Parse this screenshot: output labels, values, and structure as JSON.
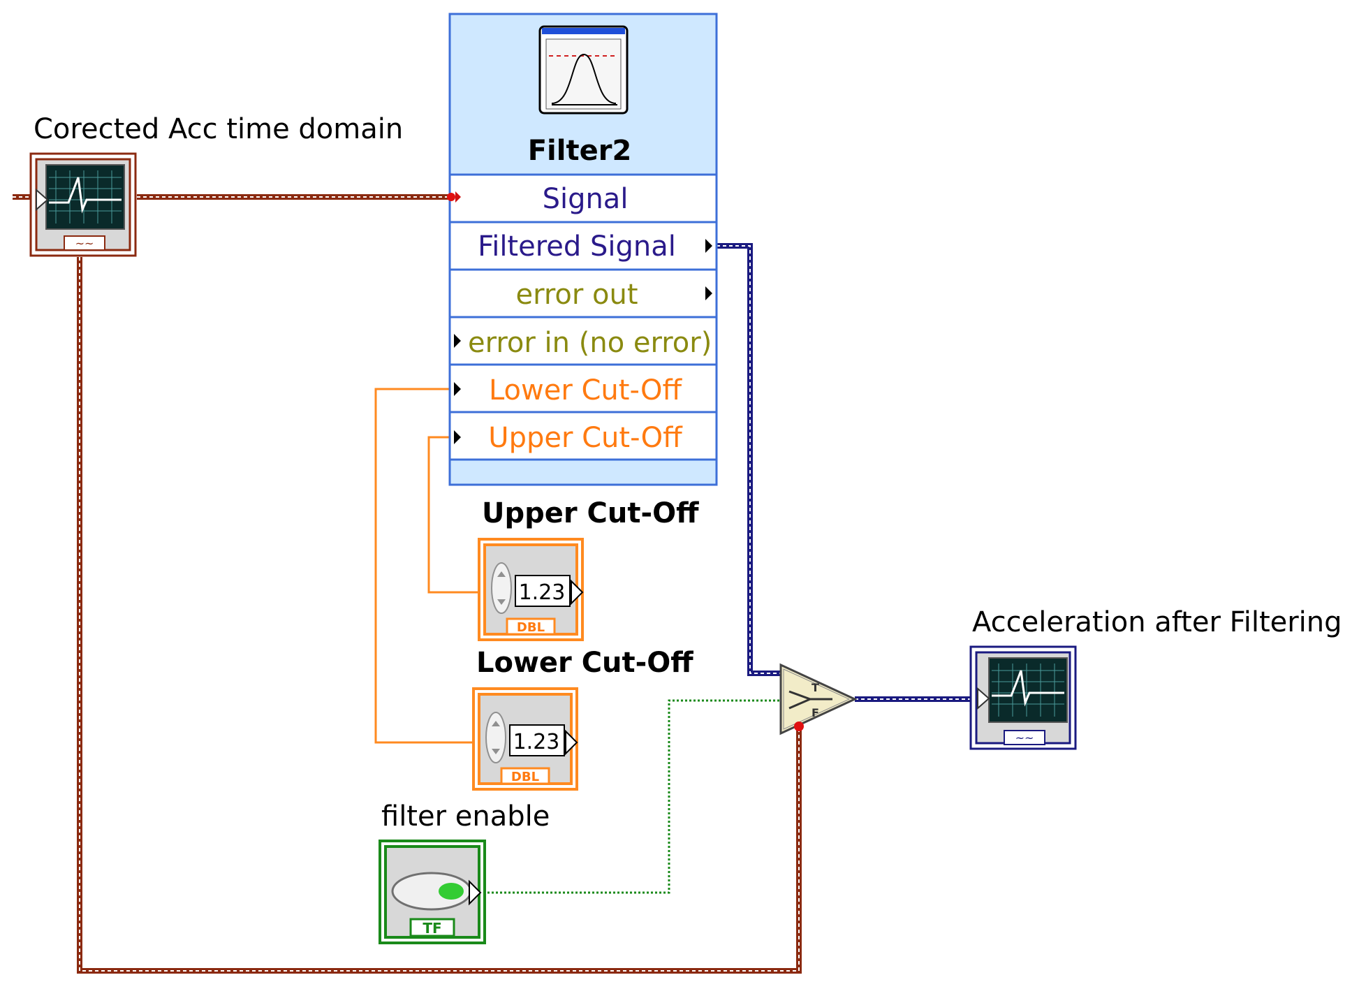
{
  "terminals": {
    "acc_in": {
      "label": "Corected Acc time domain",
      "badge": "~~"
    },
    "acc_out": {
      "label": "Acceleration after Filtering",
      "badge": "~~"
    },
    "upper": {
      "label": "Upper Cut-Off",
      "value": "1.23",
      "badge": "DBL"
    },
    "lower": {
      "label": "Lower Cut-Off",
      "value": "1.23",
      "badge": "DBL"
    },
    "enable": {
      "label": "filter enable",
      "badge": "TF"
    }
  },
  "filter_node": {
    "title": "Filter2",
    "rows": [
      {
        "label": "Signal",
        "color": "#2a1a8a"
      },
      {
        "label": "Filtered Signal",
        "color": "#2a1a8a"
      },
      {
        "label": "error out",
        "color": "#8a8a10"
      },
      {
        "label": "error in (no error)",
        "color": "#8a8a10"
      },
      {
        "label": "Lower Cut-Off",
        "color": "#ff7a10"
      },
      {
        "label": "Upper Cut-Off",
        "color": "#ff7a10"
      }
    ]
  },
  "select_node": {
    "t_label": "T",
    "f_label": "F"
  },
  "colors": {
    "dynamic_wire": "#8b2a10",
    "waveform_wire": "#1a1a80",
    "dbl_wire": "#ff8a20",
    "bool_wire": "#1a8a1a",
    "node_fill": "#cfe8ff",
    "node_border": "#3d6fd8"
  }
}
